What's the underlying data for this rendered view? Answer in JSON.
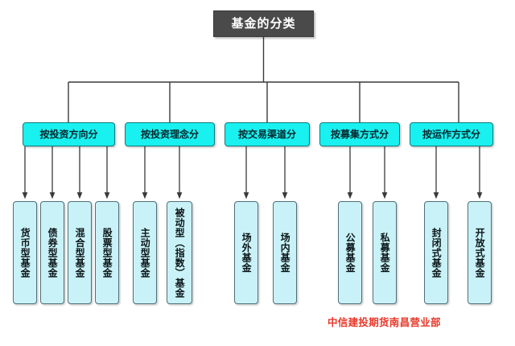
{
  "diagram": {
    "title": "基金的分类",
    "title_color": "#4a4a4a",
    "category_color": "#19f0f0",
    "leaf_color": "#c9f2f8",
    "line_color": "#404040",
    "categories": [
      {
        "label": "按投资方向分",
        "leaves": [
          {
            "label": "货币型基金"
          },
          {
            "label": "债券型基金"
          },
          {
            "label": "混合型基金"
          },
          {
            "label": "股票型基金"
          }
        ]
      },
      {
        "label": "按投资理念分",
        "leaves": [
          {
            "label": "主动型基金"
          },
          {
            "label": "被动型（指数）基金"
          }
        ]
      },
      {
        "label": "按交易渠道分",
        "leaves": [
          {
            "label": "场外基金"
          },
          {
            "label": "场内基金"
          }
        ]
      },
      {
        "label": "按募集方式分",
        "leaves": [
          {
            "label": "公募基金"
          },
          {
            "label": "私募基金"
          }
        ]
      },
      {
        "label": "按运作方式分",
        "leaves": [
          {
            "label": "封闭式基金"
          },
          {
            "label": "开放式基金"
          }
        ]
      }
    ]
  },
  "footer": {
    "credit": "中信建投期货南昌营业部",
    "credit_color": "#e8392b"
  }
}
